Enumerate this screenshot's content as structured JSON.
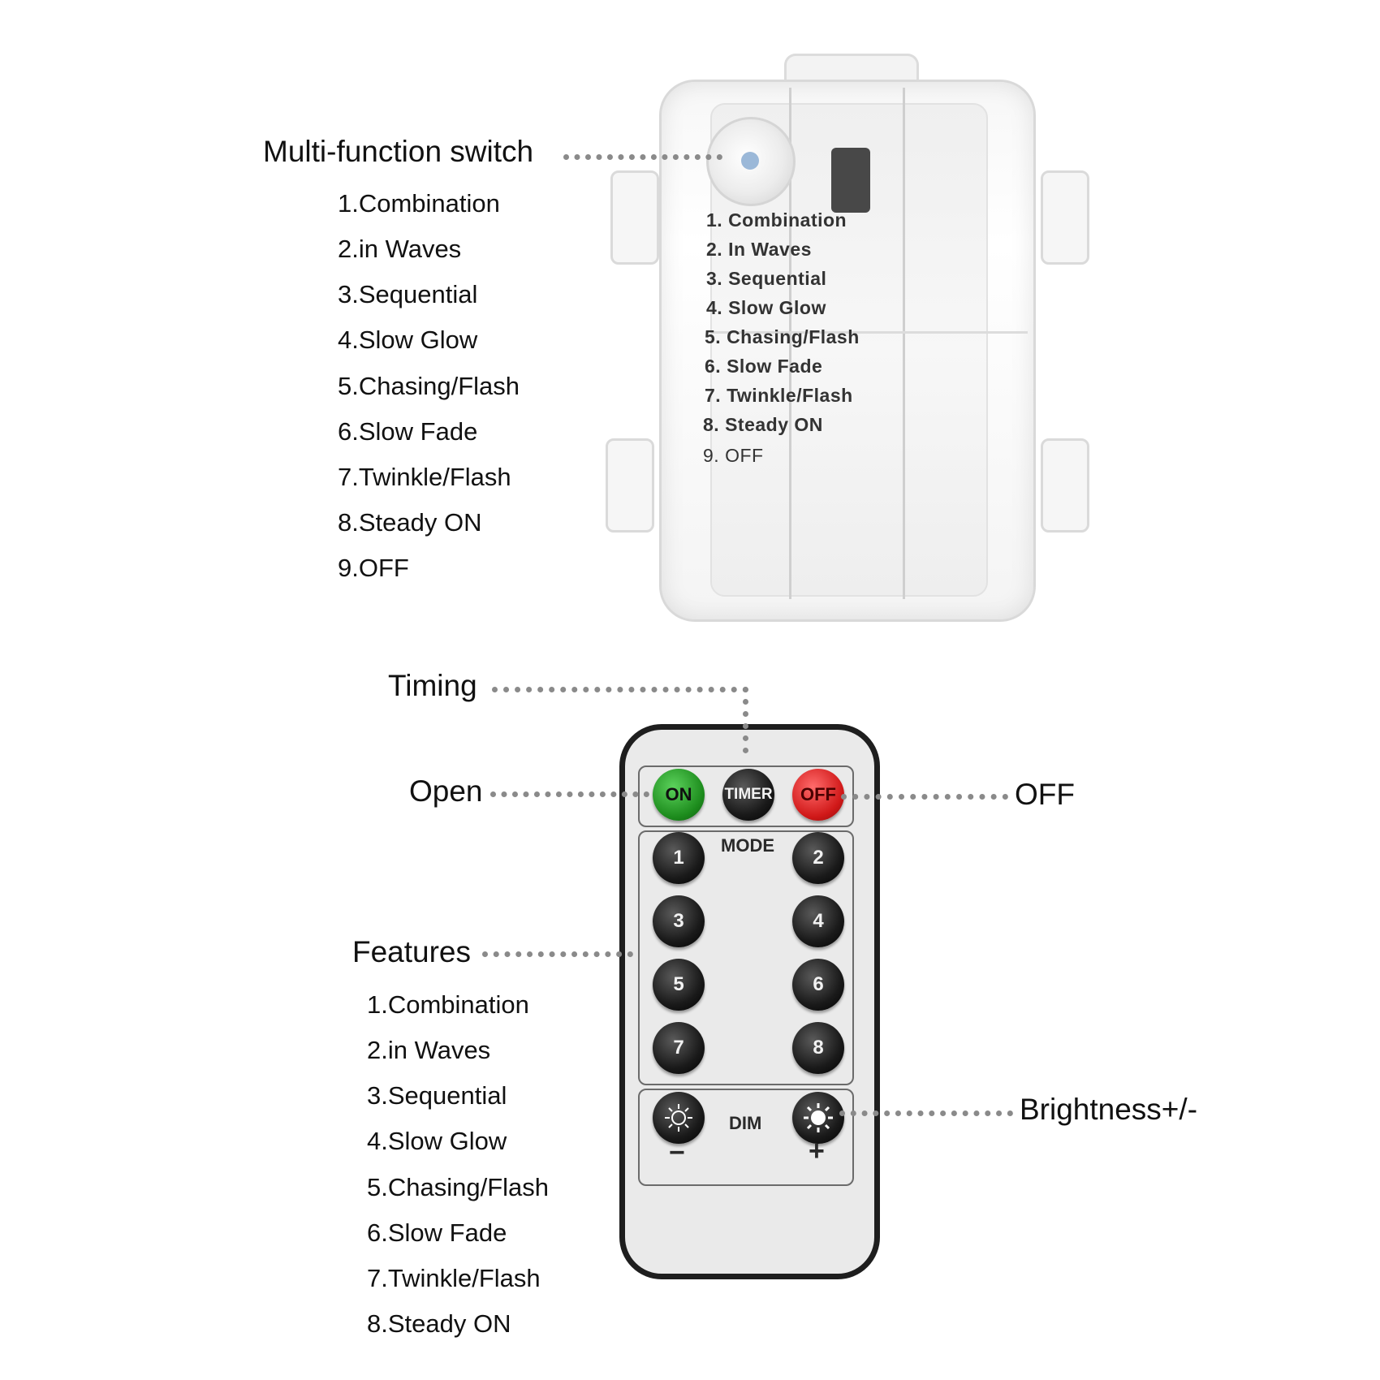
{
  "switch_section": {
    "title": "Multi-function switch",
    "items": [
      "1.Combination",
      "2.in Waves",
      "3.Sequential",
      "4.Slow Glow",
      "5.Chasing/Flash",
      "6.Slow Fade",
      "7.Twinkle/Flash",
      "8.Steady ON",
      "9.OFF"
    ]
  },
  "box_print": [
    "1. Combination",
    "2. In Waves",
    "3. Sequential",
    "4. Slow Glow",
    "5. Chasing/Flash",
    "6. Slow Fade",
    "7. Twinkle/Flash",
    "8. Steady ON",
    "9. OFF"
  ],
  "remote_labels": {
    "timing": "Timing",
    "open": "Open",
    "off": "OFF",
    "features": "Features",
    "brightness": "Brightness+/-"
  },
  "features_items": [
    "1.Combination",
    "2.in Waves",
    "3.Sequential",
    "4.Slow Glow",
    "5.Chasing/Flash",
    "6.Slow Fade",
    "7.Twinkle/Flash",
    "8.Steady ON"
  ],
  "remote": {
    "on": "ON",
    "timer": "TIMER",
    "off": "OFF",
    "mode": "MODE",
    "dim": "DIM",
    "minus": "−",
    "plus": "+",
    "modes": [
      "1",
      "2",
      "3",
      "4",
      "5",
      "6",
      "7",
      "8"
    ]
  },
  "colors": {
    "on_button": "#1d8c1d",
    "off_button": "#d01818",
    "leader_dots": "#8a8a8a"
  }
}
